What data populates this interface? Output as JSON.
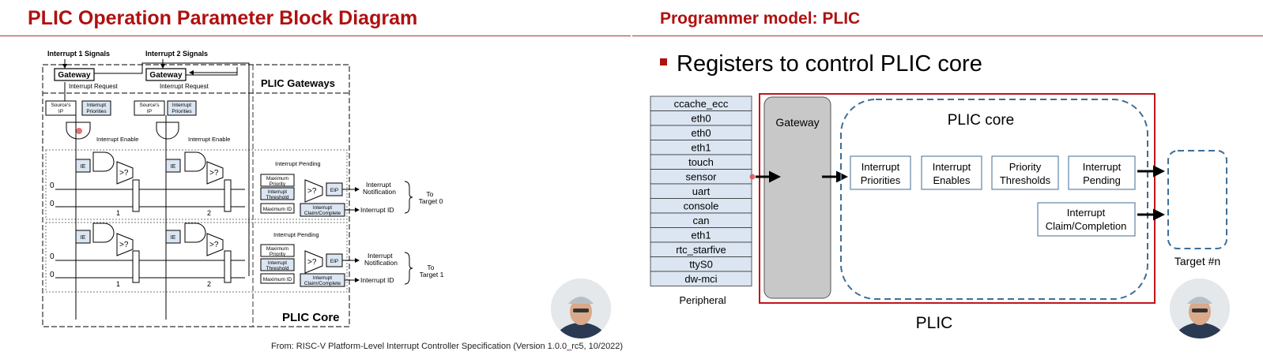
{
  "left_slide": {
    "title": "PLIC Operation Parameter Block Diagram",
    "caption": "From: RISC-V Platform-Level Interrupt Controller Specification (Version 1.0.0_rc5, 10/2022)",
    "diagram": {
      "signal_1": "Interrupt 1 Signals",
      "signal_2": "Interrupt 2 Signals",
      "gateway": "Gateway",
      "interrupt_request": "Interrupt Request",
      "gateways_label": "PLIC Gateways",
      "core_label": "PLIC Core",
      "sources_ip": [
        "Source's",
        "IP"
      ],
      "interrupt_priorities": [
        "Interrupt",
        "Priorities"
      ],
      "interrupt_enable": "Interrupt Enable",
      "ie": "IE",
      "compare": ">?",
      "interrupt_pending": "Interrupt Pending",
      "maximum_priority": [
        "Maximum",
        "Priority"
      ],
      "interrupt_threshold": [
        "Interrupt",
        "Threshold"
      ],
      "maximum_id": "Maximum ID",
      "eip": "EIP",
      "claim_complete": [
        "Interrupt",
        "Claim/Complete"
      ],
      "interrupt_notification": [
        "Interrupt",
        "Notification"
      ],
      "interrupt_id": "Interrupt ID",
      "target_0": [
        "To",
        "Target 0"
      ],
      "target_1": [
        "To",
        "Target 1"
      ],
      "zero": "0",
      "one": "1",
      "two": "2"
    }
  },
  "right_slide": {
    "title": "Programmer model: PLIC",
    "bullet": "Registers to control PLIC core",
    "peripherals": [
      "ccache_ecc",
      "eth0",
      "eth0",
      "eth1",
      "touch",
      "sensor",
      "uart",
      "console",
      "can",
      "eth1",
      "rtc_starfive",
      "ttyS0",
      "dw-mci"
    ],
    "peripheral_label": "Peripheral",
    "gateway": "Gateway",
    "plic_core": "PLIC core",
    "core_boxes": [
      [
        "Interrupt",
        "Priorities"
      ],
      [
        "Interrupt",
        "Enables"
      ],
      [
        "Priority",
        "Thresholds"
      ],
      [
        "Interrupt",
        "Pending"
      ]
    ],
    "claim_box": [
      "Interrupt",
      "Claim/Completion"
    ],
    "target_label": "Target #n",
    "plic_label": "PLIC"
  },
  "colors": {
    "title_red": "#b01010",
    "plic_border": "#c0141b",
    "core_dash": "#3f6e96",
    "box_fill": "#dce6f2"
  }
}
